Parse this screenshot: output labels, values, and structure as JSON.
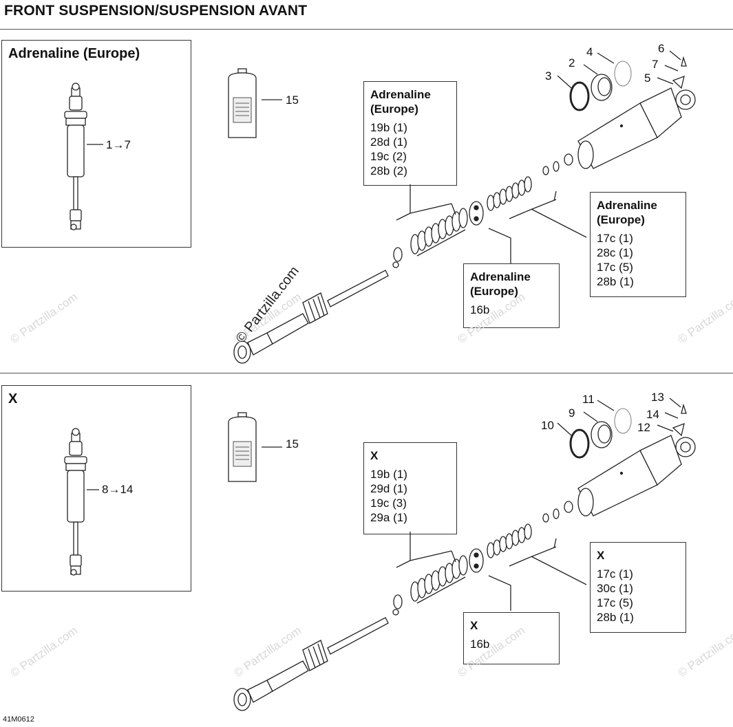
{
  "page_title": "FRONT SUSPENSION/SUSPENSION AVANT",
  "footer_code": "41M0612",
  "watermark": "© Partzilla.com",
  "panels": [
    {
      "inset_title": "Adrenaline (Europe)",
      "inset_range": "1→7",
      "bottle_ref": "15",
      "callouts": [
        "2",
        "3",
        "4",
        "5",
        "6",
        "7"
      ],
      "kit_upper": {
        "title": "Adrenaline\n(Europe)",
        "items": [
          "19b (1)",
          "28d (1)",
          "19c (2)",
          "28b (2)"
        ]
      },
      "kit_middle": {
        "title": "Adrenaline\n(Europe)",
        "items": [
          "16b"
        ]
      },
      "kit_right": {
        "title": "Adrenaline\n(Europe)",
        "items": [
          "17c (1)",
          "28c (1)",
          "17c (5)",
          "28b (1)"
        ]
      }
    },
    {
      "inset_title": "X",
      "inset_range": "8→14",
      "bottle_ref": "15",
      "callouts": [
        "9",
        "10",
        "11",
        "12",
        "13",
        "14"
      ],
      "kit_upper": {
        "title": "X",
        "items": [
          "19b (1)",
          "29d (1)",
          "19c (3)",
          "29a (1)"
        ]
      },
      "kit_middle": {
        "title": "X",
        "items": [
          "16b"
        ]
      },
      "kit_right": {
        "title": "X",
        "items": [
          "17c (1)",
          "30c (1)",
          "17c (5)",
          "28b (1)"
        ]
      }
    }
  ]
}
